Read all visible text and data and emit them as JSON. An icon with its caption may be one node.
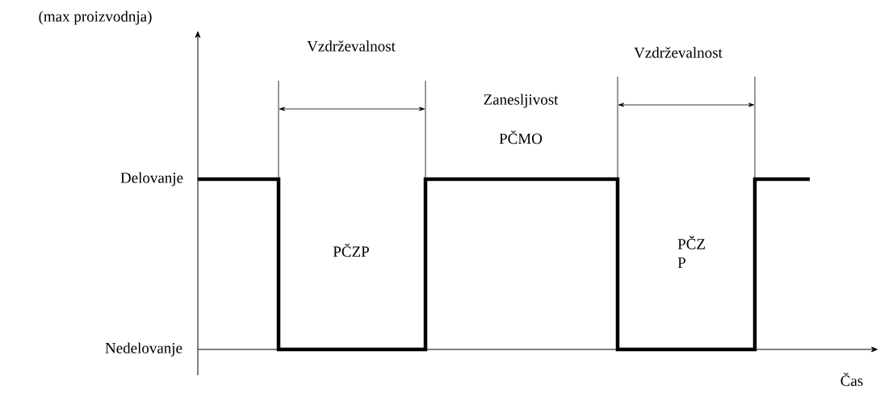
{
  "diagram": {
    "labels": [
      "(max proizvodnja)",
      "Vzdrževalnost",
      "Vzdrževalnost",
      "Zanesljivost",
      "PČMO",
      "Delovanje",
      "PČZP",
      "PČZ P",
      "Nedelovanje",
      "Čas"
    ]
  }
}
